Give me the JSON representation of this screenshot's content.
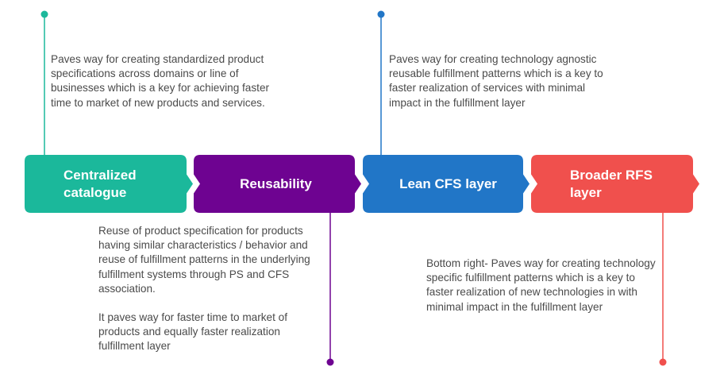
{
  "stages": [
    {
      "id": "centralized-catalogue",
      "label_line1": "Centralized",
      "label_line2": "catalogue",
      "color": "#1bb89b",
      "connector": "top",
      "description": [
        "Paves way for creating standardized product specifications across domains or line of businesses which is a key for achieving faster time to market of new products and services."
      ]
    },
    {
      "id": "reusability",
      "label_line1": "Reusability",
      "label_line2": "",
      "color": "#6e0391",
      "connector": "bottom",
      "description": [
        "Reuse of product specification for products having similar characteristics / behavior and reuse of fulfillment patterns in the underlying fulfillment systems through PS and CFS association.",
        "It paves way for faster time to market of products and equally faster realization fulfillment layer"
      ]
    },
    {
      "id": "lean-cfs-layer",
      "label_line1": "Lean CFS layer",
      "label_line2": "",
      "color": "#2176c7",
      "connector": "top",
      "description": [
        "Paves way for creating technology agnostic reusable fulfillment patterns which is a key to faster realization of services with minimal impact in the fulfillment layer"
      ]
    },
    {
      "id": "broader-rfs-layer",
      "label_line1": "Broader RFS",
      "label_line2": "layer",
      "color": "#f0504d",
      "connector": "bottom",
      "description": [
        "Bottom right- Paves way for creating technology specific fulfillment patterns which is a key to faster realization of new technologies in with minimal impact in the fulfillment layer"
      ]
    }
  ],
  "text_color": "#4a4a4a"
}
